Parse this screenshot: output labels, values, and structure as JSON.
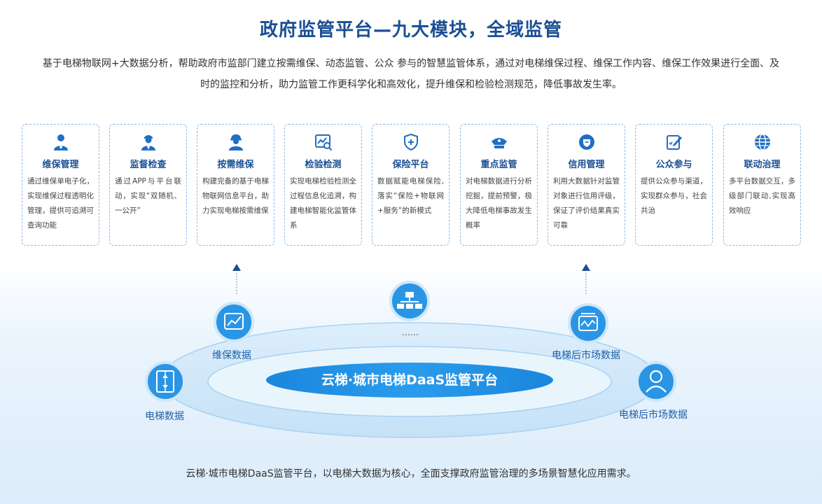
{
  "header": {
    "title": "政府监管平台—九大模块，全域监管",
    "intro": "基于电梯物联网+大数据分析，帮助政府市监部门建立按需维保、动态监管、公众 参与的智慧监管体系，通过对电梯维保过程、维保工作内容、维保工作效果进行全面、及时的监控和分析，助力监管工作更科学化和高效化，提升维保和检验检测规范，降低事故发生率。"
  },
  "modules": [
    {
      "icon": "worker-icon",
      "title": "维保管理",
      "desc": "通过维保单电子化，实现维保过程透明化管理，提供可追溯可查询功能"
    },
    {
      "icon": "inspector-icon",
      "title": "监督检查",
      "desc": "通过APP与平台联动，实现“双随机、一公开”"
    },
    {
      "icon": "helmet-worker-icon",
      "title": "按需维保",
      "desc": "构建完备的基于电梯物联网信息平台，助力实现电梯按需维保"
    },
    {
      "icon": "chart-search-icon",
      "title": "检验检测",
      "desc": "实现电梯检验检测全过程信息化追溯，构建电梯智能化监管体系"
    },
    {
      "icon": "shield-plus-icon",
      "title": "保险平台",
      "desc": "数据赋能电梯保险,落实“保险+物联网+服务”的新模式"
    },
    {
      "icon": "police-cap-icon",
      "title": "重点监管",
      "desc": "对电梯数据进行分析挖掘，提前预警，极大降低电梯事故发生概率"
    },
    {
      "icon": "credit-badge-icon",
      "title": "信用管理",
      "desc": "利用大数据针对监管对象进行信用评级，保证了评价结果真实可靠"
    },
    {
      "icon": "edit-check-icon",
      "title": "公众参与",
      "desc": "提供公众参与渠道，实现群众参与，社会共治"
    },
    {
      "icon": "globe-icon",
      "title": "联动治理",
      "desc": "多平台数据交互，多级部门联动,实现高效响应"
    }
  ],
  "diagram": {
    "platform": "云梯·城市电梯DaaS监管平台",
    "ellipsis": "……",
    "nodes": {
      "maintenance": "维保数据",
      "aftermarket_top": "电梯后市场数据",
      "elevator": "电梯数据",
      "aftermarket_bottom": "电梯后市场数据"
    }
  },
  "footer": {
    "summary": "云梯·城市电梯DaaS监管平台，以电梯大数据为核心，全面支撑政府监管治理的多场景智慧化应用需求。"
  },
  "colors": {
    "title": "#1a4f93",
    "accent": "#1f8ee0",
    "dashed_border": "#8bbbe8",
    "ring": "#bfe0f7"
  }
}
